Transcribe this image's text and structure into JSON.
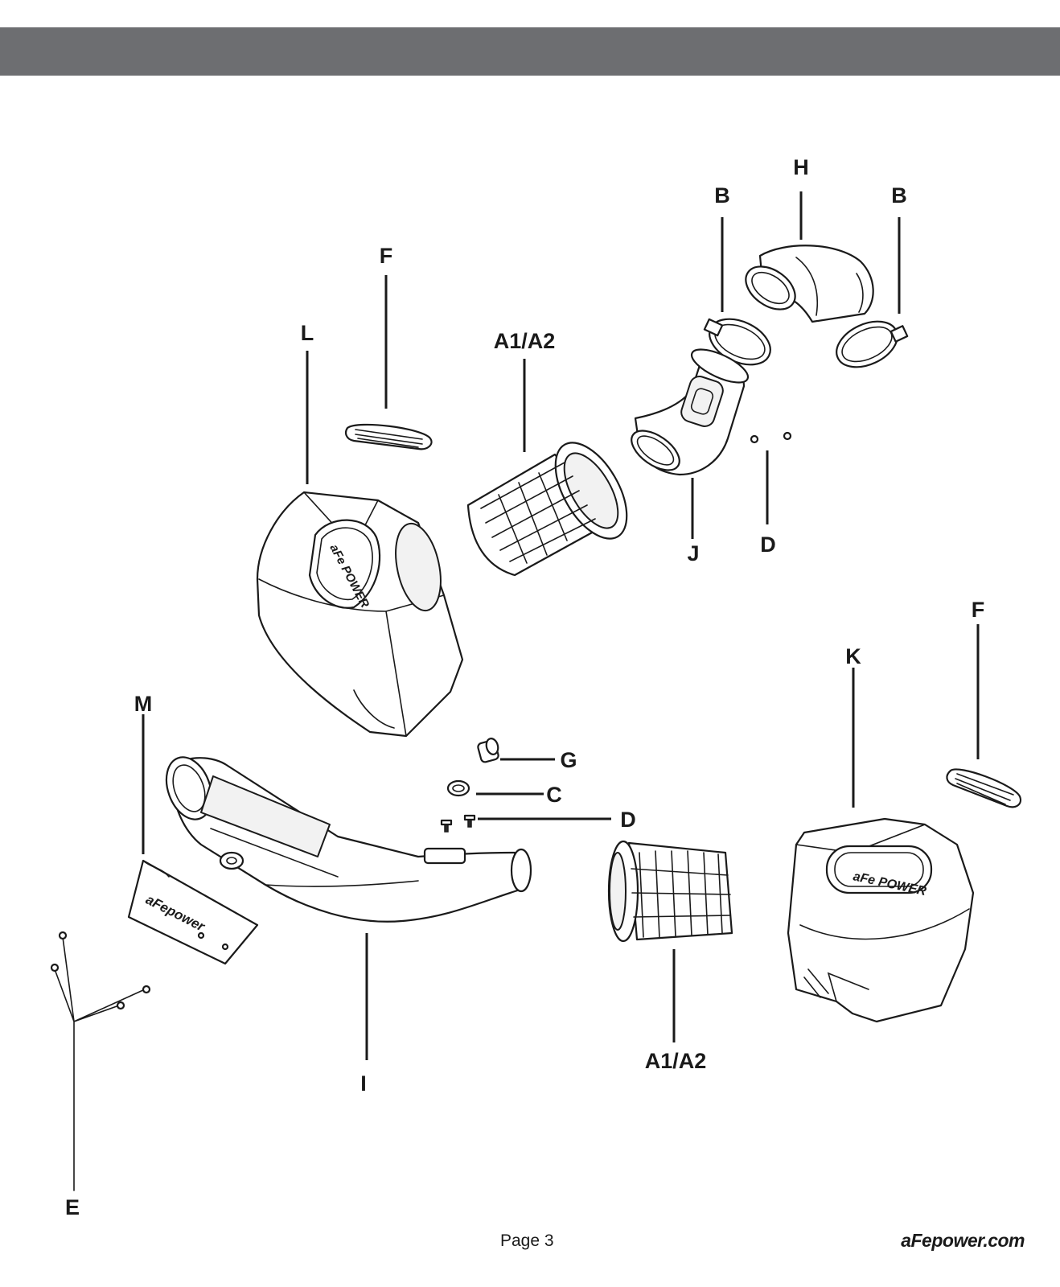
{
  "callouts": {
    "H": "H",
    "B_left": "B",
    "B_right": "B",
    "F_top": "F",
    "L": "L",
    "A1A2_top": "A1/A2",
    "J": "J",
    "D_top": "D",
    "F_right": "F",
    "K": "K",
    "M": "M",
    "G": "G",
    "C": "C",
    "D_mid": "D",
    "A1A2_bottom": "A1/A2",
    "I": "I",
    "E": "E"
  },
  "logos": {
    "shield_box": "aFe POWER",
    "shield_k": "aFe POWER",
    "tube_shield": "aFepower"
  },
  "footer": {
    "page": "Page 3",
    "site": "aFepower.com"
  },
  "colors": {
    "header_bar": "#6d6e71",
    "ink": "#1a1a1a"
  }
}
